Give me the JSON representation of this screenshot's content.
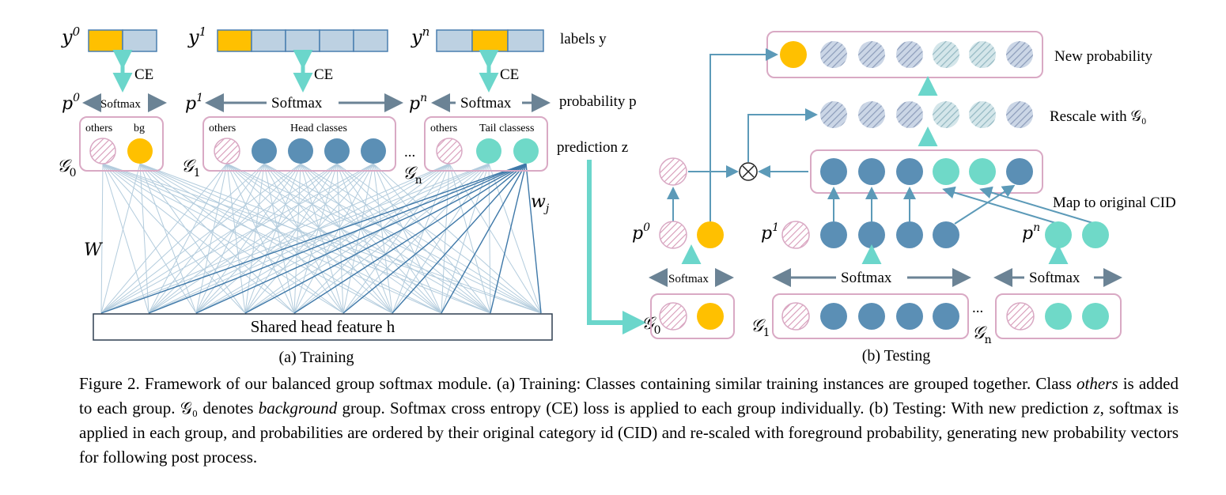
{
  "training": {
    "labels": {
      "y0": "y",
      "y0_sup": "0",
      "y1": "y",
      "y1_sup": "1",
      "yn": "y",
      "yn_sup": "n",
      "row_label": "labels y"
    },
    "ce": "CE",
    "softmax": "Softmax",
    "probs": {
      "p0": "p",
      "p0_sup": "0",
      "p1": "p",
      "p1_sup": "1",
      "pn": "p",
      "pn_sup": "n",
      "row_label": "probability p"
    },
    "group0": {
      "others": "others",
      "bg": "bg",
      "name": "𝒢",
      "sub": "0"
    },
    "group1": {
      "others": "others",
      "head": "Head classes",
      "name": "𝒢",
      "sub": "1"
    },
    "groupn": {
      "others": "others",
      "tail": "Tail classess",
      "name": "𝒢",
      "sub": "n"
    },
    "ellipsis": "...",
    "prediction_label": "prediction z",
    "W": "W",
    "wj": "w",
    "wj_sub": "j",
    "feature_label": "Shared head feature h",
    "caption": "(a) Training"
  },
  "testing": {
    "new_prob": "New probability",
    "rescale": "Rescale with 𝒢₀",
    "map": "Map to original CID",
    "softmax": "Softmax",
    "p0": "p",
    "p0_sup": "0",
    "p1": "p",
    "p1_sup": "1",
    "pn": "p",
    "pn_sup": "n",
    "g0": "𝒢",
    "g0_sub": "0",
    "g1": "𝒢",
    "g1_sub": "1",
    "gn": "𝒢",
    "gn_sub": "n",
    "ellipsis": "...",
    "otimes": "⊗",
    "caption": "(b) Testing"
  },
  "figure_caption": {
    "p1": "Figure 2. Framework of our balanced group softmax module. (a) Training: Classes containing similar training instances are grouped together. Class ",
    "p1_em": "others",
    "p2": " is added to each group. 𝒢₀ denotes ",
    "p2_em": "background",
    "p3": " group. Softmax cross entropy (CE) loss is applied to each group individually. (b) Testing: With new prediction ",
    "p3_em": "z",
    "p4": ", softmax is applied in each group, and probabilities are ordered by their original category id (CID) and re-scaled with foreground probability, generating new probability vectors for following post process."
  },
  "colors": {
    "orange": "#FFC000",
    "blue": "#5B8FB5",
    "teal": "#6FD9C8",
    "pink_border": "#D9A9C4",
    "arrow": "#6B8395",
    "cyan_arrow": "#6BD6CB",
    "line_light": "#A9C6DA",
    "line_dark": "#3E78A8"
  }
}
